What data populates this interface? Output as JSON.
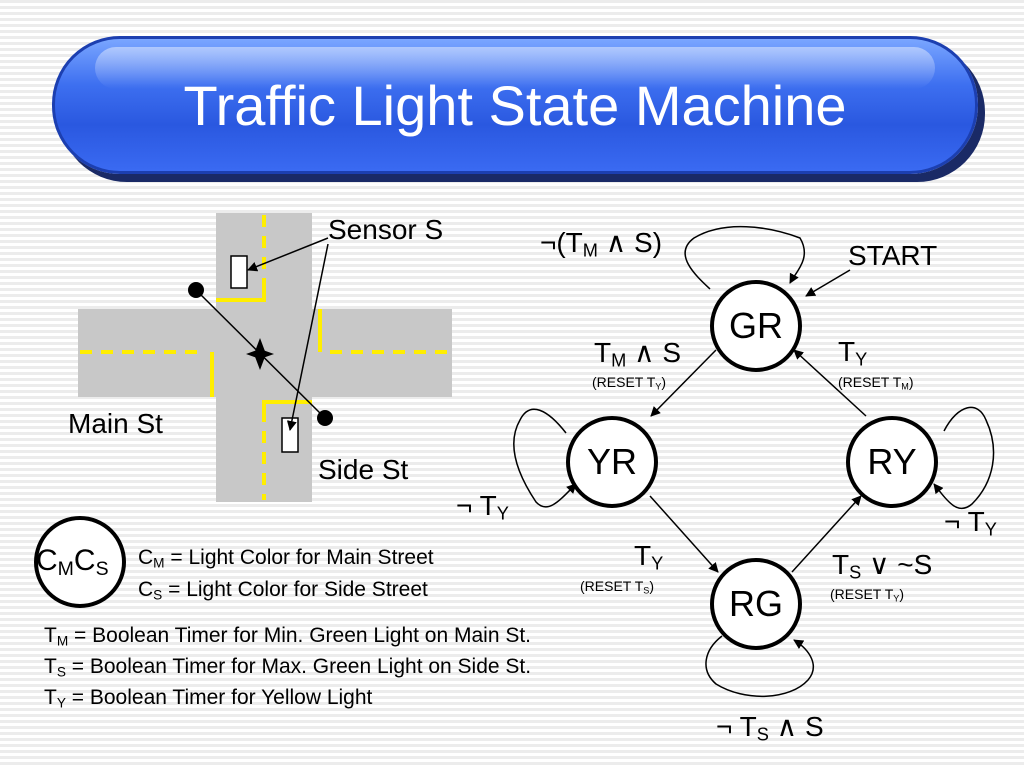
{
  "title": "Traffic Light State Machine",
  "intersection": {
    "sensor_label": "Sensor S",
    "main_label": "Main St",
    "side_label": "Side St"
  },
  "state_vector": {
    "c1": "C",
    "s1": "M",
    "c2": "C",
    "s2": "S"
  },
  "states": {
    "gr": "GR",
    "yr": "YR",
    "ry": "RY",
    "rg": "RG"
  },
  "start_label": "START",
  "symbols": {
    "not": "¬",
    "and": "∧",
    "or": "∨"
  },
  "transitions": {
    "gr_self": {
      "open": "(T",
      "sub": "M",
      "tail": " S)"
    },
    "gr_yr": {
      "t": "T",
      "sub": "M",
      "tail": " S",
      "reset_pre": "(RESET T",
      "reset_sub": "Y",
      "reset_post": ")"
    },
    "ry_gr": {
      "t": "T",
      "sub": "Y",
      "reset_pre": "(RESET T",
      "reset_sub": "M",
      "reset_post": ")"
    },
    "yr_self": {
      "t": " T",
      "sub": "Y"
    },
    "ry_self": {
      "t": " T",
      "sub": "Y"
    },
    "yr_rg": {
      "t": "T",
      "sub": "Y",
      "reset_pre": "(RESET T",
      "reset_sub": "S",
      "reset_post": ")"
    },
    "rg_ry": {
      "t": "T",
      "sub": "S",
      "tail": " ~S",
      "reset_pre": "(RESET T",
      "reset_sub": "Y",
      "reset_post": ")"
    },
    "rg_self": {
      "t": " T",
      "sub": "S",
      "tail": " S"
    }
  },
  "definitions": {
    "cm": {
      "pre": "C",
      "sub": "M",
      "text": " = Light Color for Main Street"
    },
    "cs": {
      "pre": "C",
      "sub": "S",
      "text": " = Light Color for Side Street"
    },
    "tm": {
      "pre": "T",
      "sub": "M",
      "text": " = Boolean Timer for Min. Green Light on Main St."
    },
    "ts": {
      "pre": "T",
      "sub": "S",
      "text": " = Boolean Timer for Max. Green Light on Side St."
    },
    "ty": {
      "pre": "T",
      "sub": "Y",
      "text": " = Boolean Timer for Yellow Light"
    }
  },
  "colors": {
    "banner": "#2a58e0",
    "road": "#c8c8c8",
    "lane_marking": "#ffee00",
    "title_text": "#ffffff"
  }
}
